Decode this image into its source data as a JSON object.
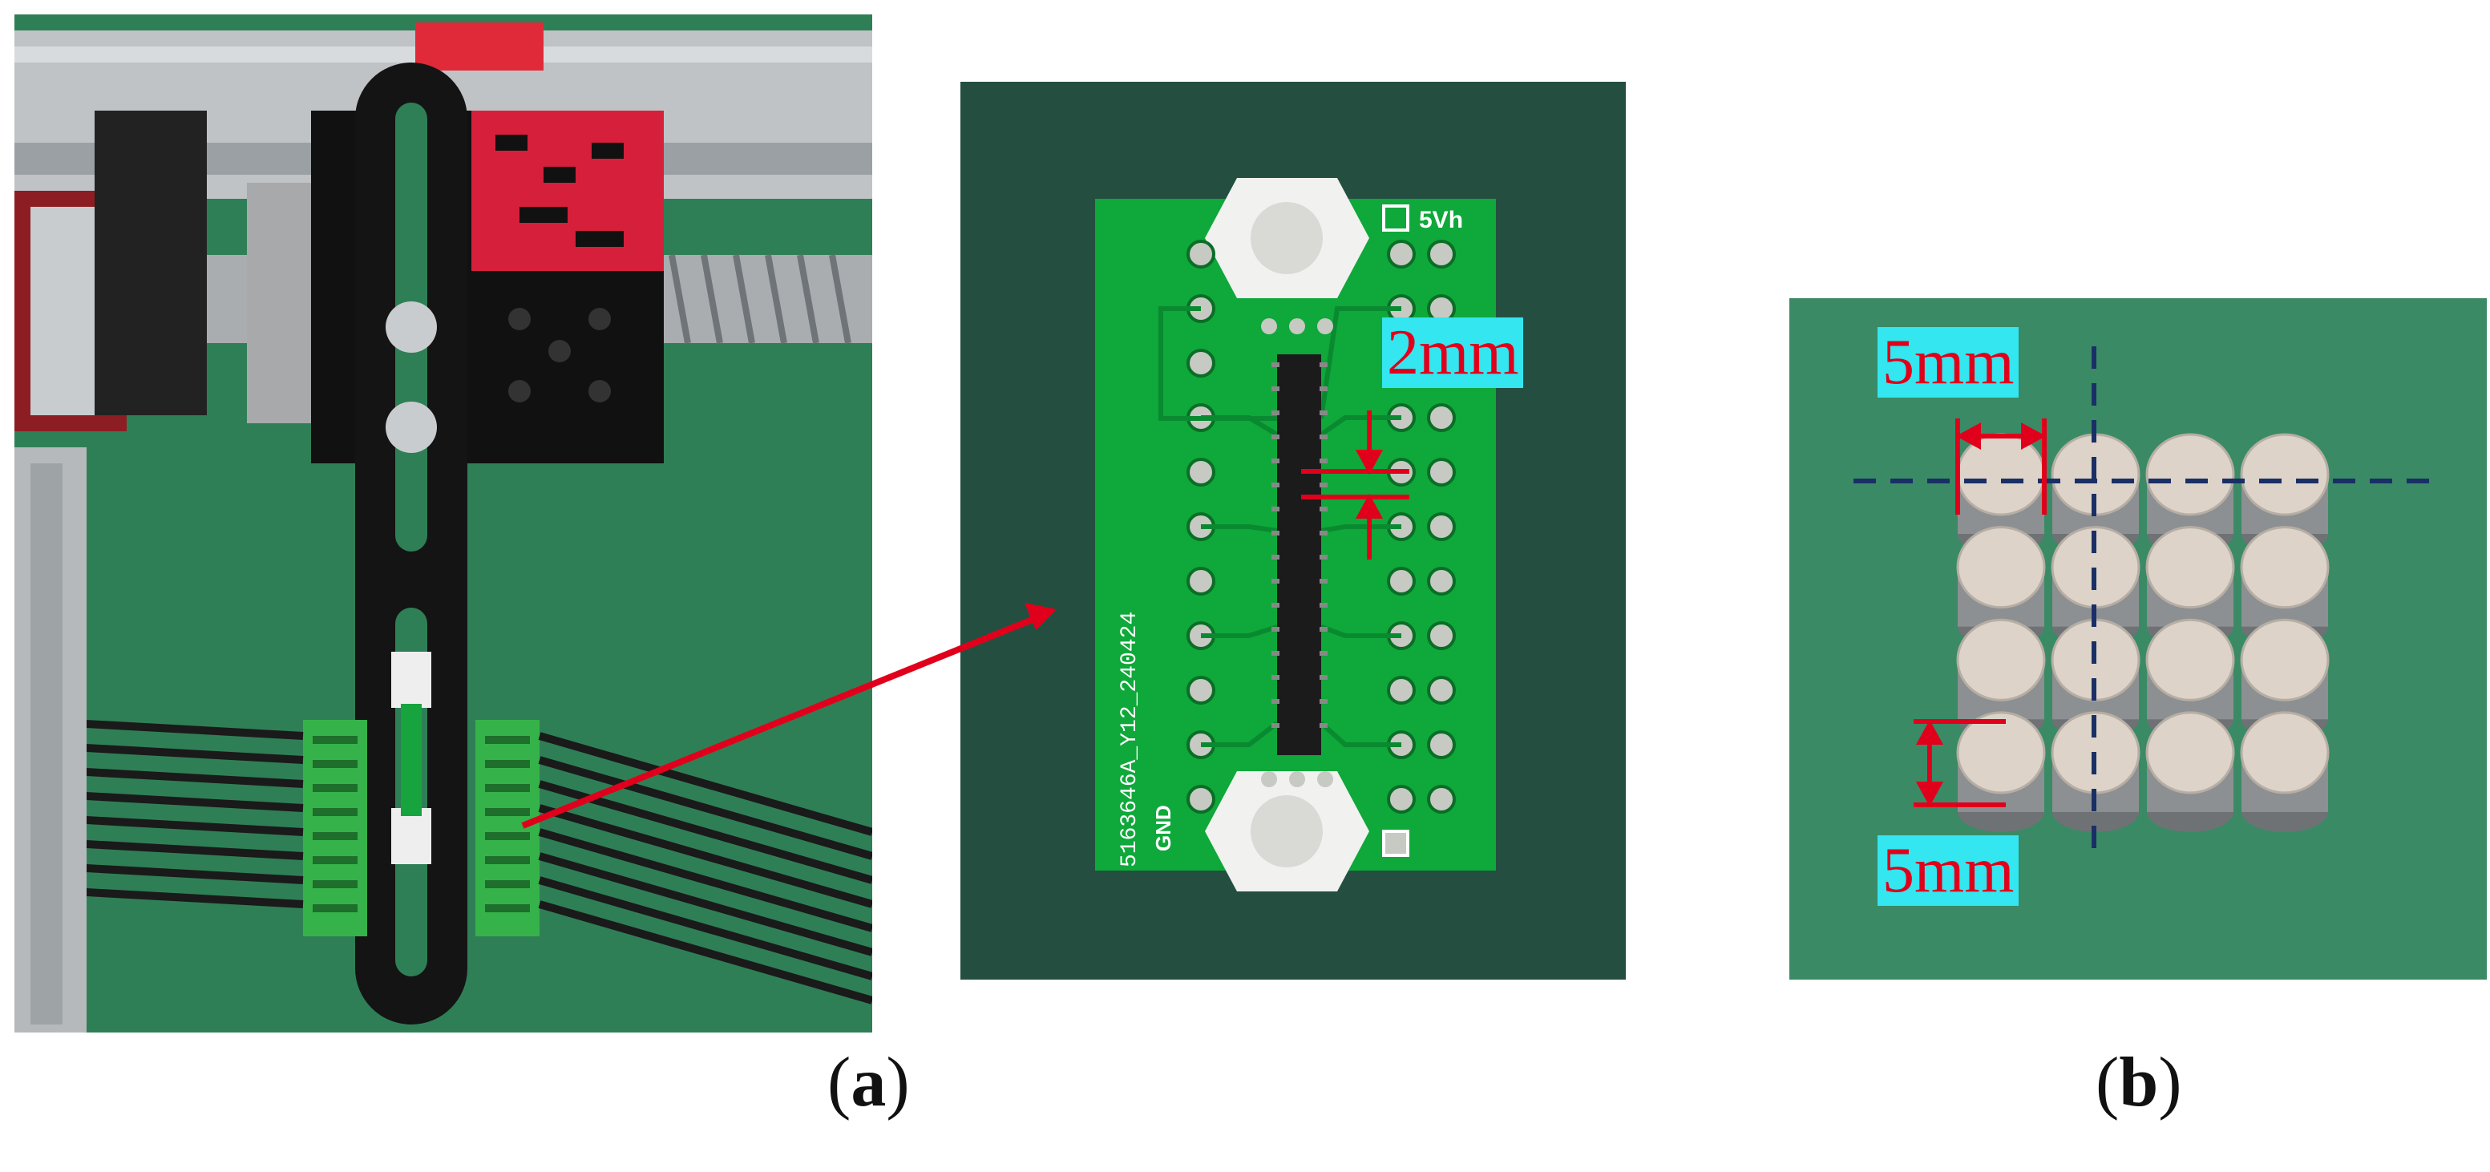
{
  "figure": {
    "label_a": "a",
    "label_b": "b"
  },
  "pcb": {
    "silkscreen_top": "5Vh",
    "silkscreen_side": "5163646A_Y12_240424",
    "silkscreen_bottom": "GND"
  },
  "dimensions": {
    "pitch_2mm": "2mm",
    "magnet_width": "5mm",
    "magnet_height": "5mm"
  },
  "colors": {
    "callout_bg": "#33e6ef",
    "callout_text": "#e0001b",
    "arrow": "#e0001b",
    "axis_dash": "#1a2f66",
    "pcb_green": "#0fa83a",
    "bench_green": "#2e7d55"
  },
  "magnet_array": {
    "rows": 4,
    "cols": 4
  }
}
